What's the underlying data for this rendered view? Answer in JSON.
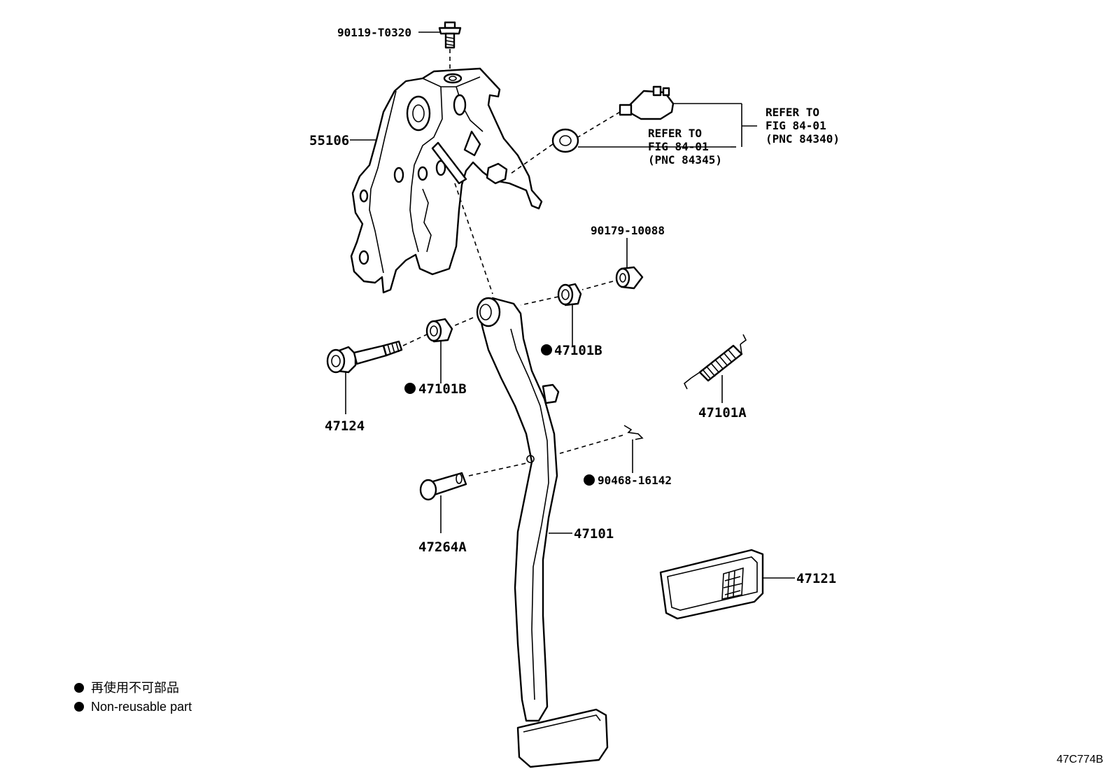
{
  "diagram": {
    "callouts": {
      "bolt_top": "90119-T0320",
      "bracket": "55106",
      "refer1_line1": "REFER TO",
      "refer1_line2": "FIG 84-01",
      "refer1_line3": "(PNC 84345)",
      "refer2_line1": "REFER TO",
      "refer2_line2": "FIG 84-01",
      "refer2_line3": "(PNC 84340)",
      "collar": "90179-10088",
      "bushing_right": "47101B",
      "bushing_left": "47101B",
      "pivot_bolt": "47124",
      "spring": "47101A",
      "clip": "90468-16142",
      "clevis_pin": "47264A",
      "pedal_arm": "47101",
      "pedal_pad": "47121"
    },
    "legend": {
      "line1": "再使用不可部品",
      "line2": "Non-reusable part"
    },
    "code": "47C774B"
  }
}
